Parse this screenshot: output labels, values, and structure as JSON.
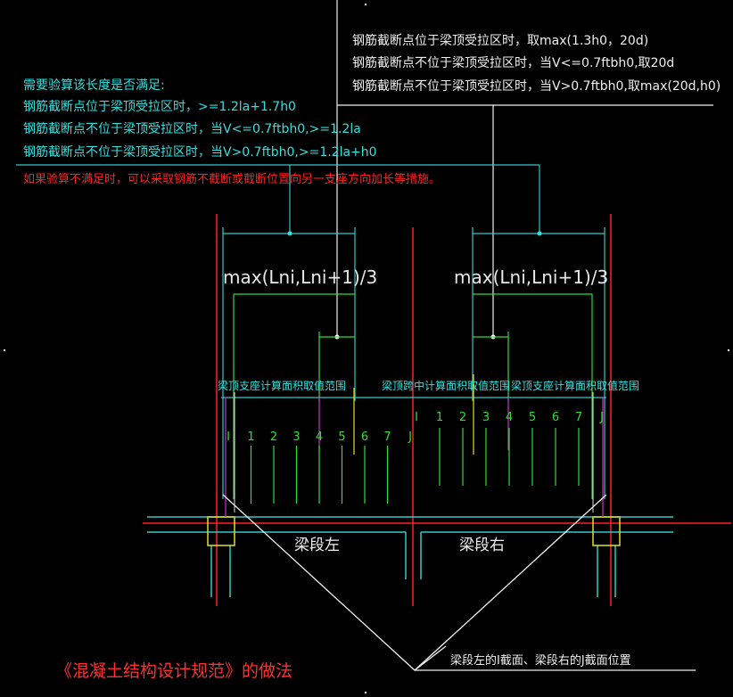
{
  "notes_top_right": [
    "钢筋截断点位于梁顶受拉区时，取max(1.3h0，20d)",
    "钢筋截断点不位于梁顶受拉区时，当V<=0.7ftbh0,取20d",
    "钢筋截断点不位于梁顶受拉区时，当V>0.7ftbh0,取max(20d,h0)"
  ],
  "notes_left": [
    "需要验算该长度是否满足:",
    "钢筋截断点位于梁顶受拉区时，>=1.2la+1.7h0",
    "钢筋截断点不位于梁顶受拉区时，当V<=0.7ftbh0,>=1.2la",
    "钢筋截断点不位于梁顶受拉区时，当V>0.7ftbh0,>=1.2la+h0"
  ],
  "warning": "如果验算不满足时，可以采取钢筋不截断或截断位置向另一支座方向加长等措施。",
  "dim_left": "max(Lni,Lni+1)/3",
  "dim_right": "max(Lni,Lni+1)/3",
  "range_labels": {
    "support_left": "梁顶支座计算面积取值范围",
    "midspan": "梁顶跨中计算面积取值范围",
    "support_right": "梁顶支座计算面积取值范围"
  },
  "section_points_left": [
    "I",
    "1",
    "2",
    "3",
    "4",
    "5",
    "6",
    "7",
    "J"
  ],
  "section_points_right": [
    "I",
    "1",
    "2",
    "3",
    "4",
    "5",
    "6",
    "7",
    "J"
  ],
  "segment_left": "梁段左",
  "segment_right": "梁段右",
  "leader_note": "梁段左的I截面、梁段右的J截面位置",
  "title": "《混凝土结构设计规范》的做法",
  "colors": {
    "cyan": "#33e0e0",
    "green": "#33dd33",
    "red": "#ff2020",
    "yellow": "#e0e020",
    "magenta": "#cc33cc",
    "white": "#f0f0f0"
  }
}
